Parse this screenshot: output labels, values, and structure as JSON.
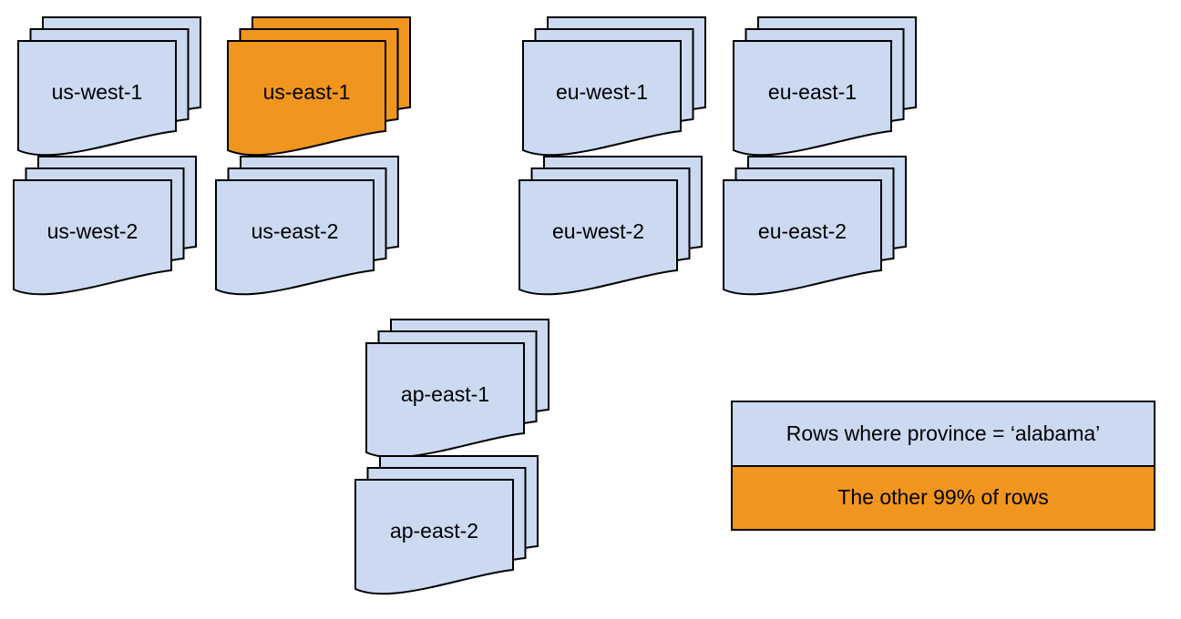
{
  "colors": {
    "region_fill": "#CBDAF1",
    "highlight_fill": "#F0961E",
    "outline": "#000000",
    "background": "#FFFFFF"
  },
  "stacks": [
    {
      "label": "us-west-1",
      "color": "#CBDAF1"
    },
    {
      "label": "us-east-1",
      "color": "#F0961E"
    },
    {
      "label": "eu-west-1",
      "color": "#CBDAF1"
    },
    {
      "label": "eu-east-1",
      "color": "#CBDAF1"
    },
    {
      "label": "us-west-2",
      "color": "#CBDAF1"
    },
    {
      "label": "us-east-2",
      "color": "#CBDAF1"
    },
    {
      "label": "eu-west-2",
      "color": "#CBDAF1"
    },
    {
      "label": "eu-east-2",
      "color": "#CBDAF1"
    },
    {
      "label": "ap-east-1",
      "color": "#CBDAF1"
    },
    {
      "label": "ap-east-2",
      "color": "#CBDAF1"
    }
  ],
  "legend": {
    "items": [
      {
        "label": "Rows where province = ‘alabama’",
        "color": "#CBDAF1"
      },
      {
        "label": "The other 99% of rows",
        "color": "#F0961E"
      }
    ]
  }
}
